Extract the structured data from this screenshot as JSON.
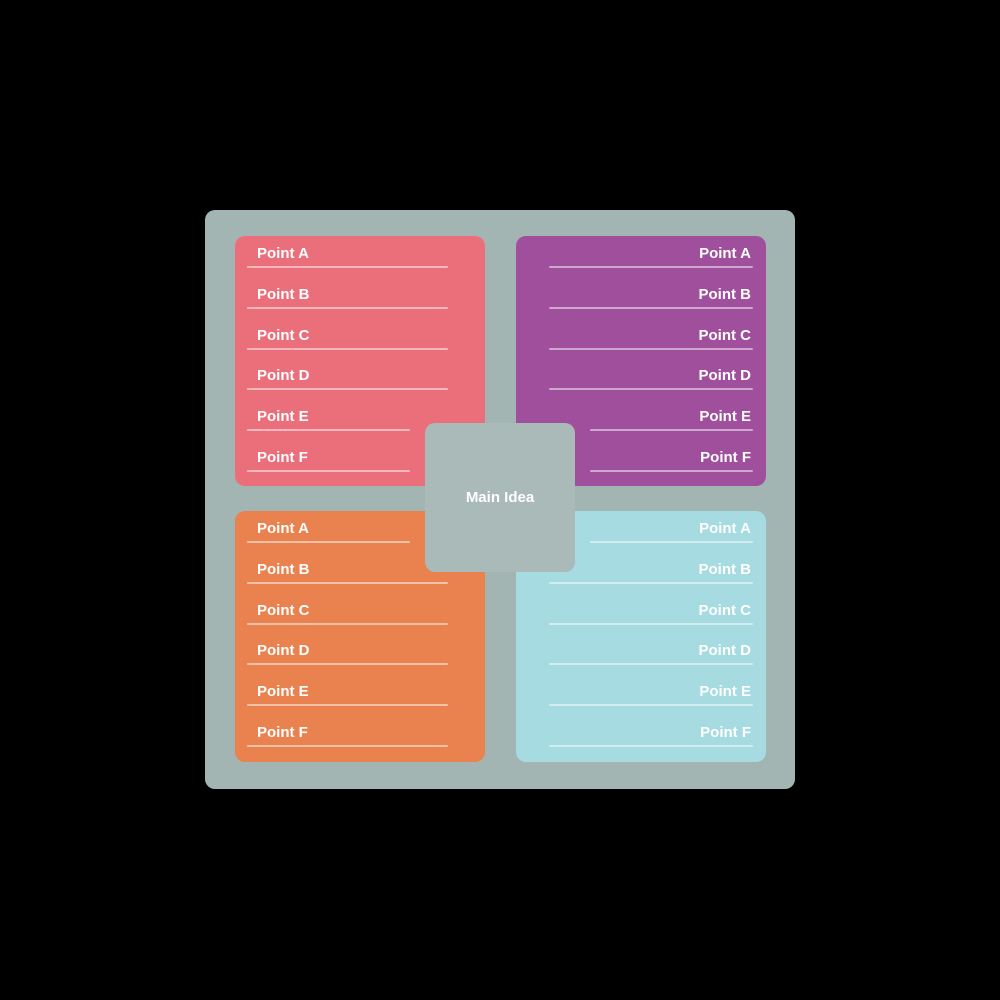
{
  "center": {
    "label": "Main Idea"
  },
  "colors": {
    "page_background": "#000000",
    "board": "#A3B5B3",
    "center_square": "#AABAB9",
    "panel_top_left": "#EA6F7B",
    "panel_top_right": "#A04F9C",
    "panel_bottom_left": "#E9824E",
    "panel_bottom_right": "#A5DBE1",
    "label_text": "#FFFFFF",
    "underline": "rgba(255,255,255,0.5)"
  },
  "panels": [
    {
      "name": "top-left",
      "align": "left",
      "points": [
        "Point A",
        "Point B",
        "Point C",
        "Point D",
        "Point E",
        "Point F"
      ]
    },
    {
      "name": "top-right",
      "align": "right",
      "points": [
        "Point A",
        "Point B",
        "Point C",
        "Point D",
        "Point E",
        "Point F"
      ]
    },
    {
      "name": "bottom-left",
      "align": "left",
      "points": [
        "Point A",
        "Point B",
        "Point C",
        "Point D",
        "Point E",
        "Point F"
      ]
    },
    {
      "name": "bottom-right",
      "align": "right",
      "points": [
        "Point A",
        "Point B",
        "Point C",
        "Point D",
        "Point E",
        "Point F"
      ]
    }
  ]
}
